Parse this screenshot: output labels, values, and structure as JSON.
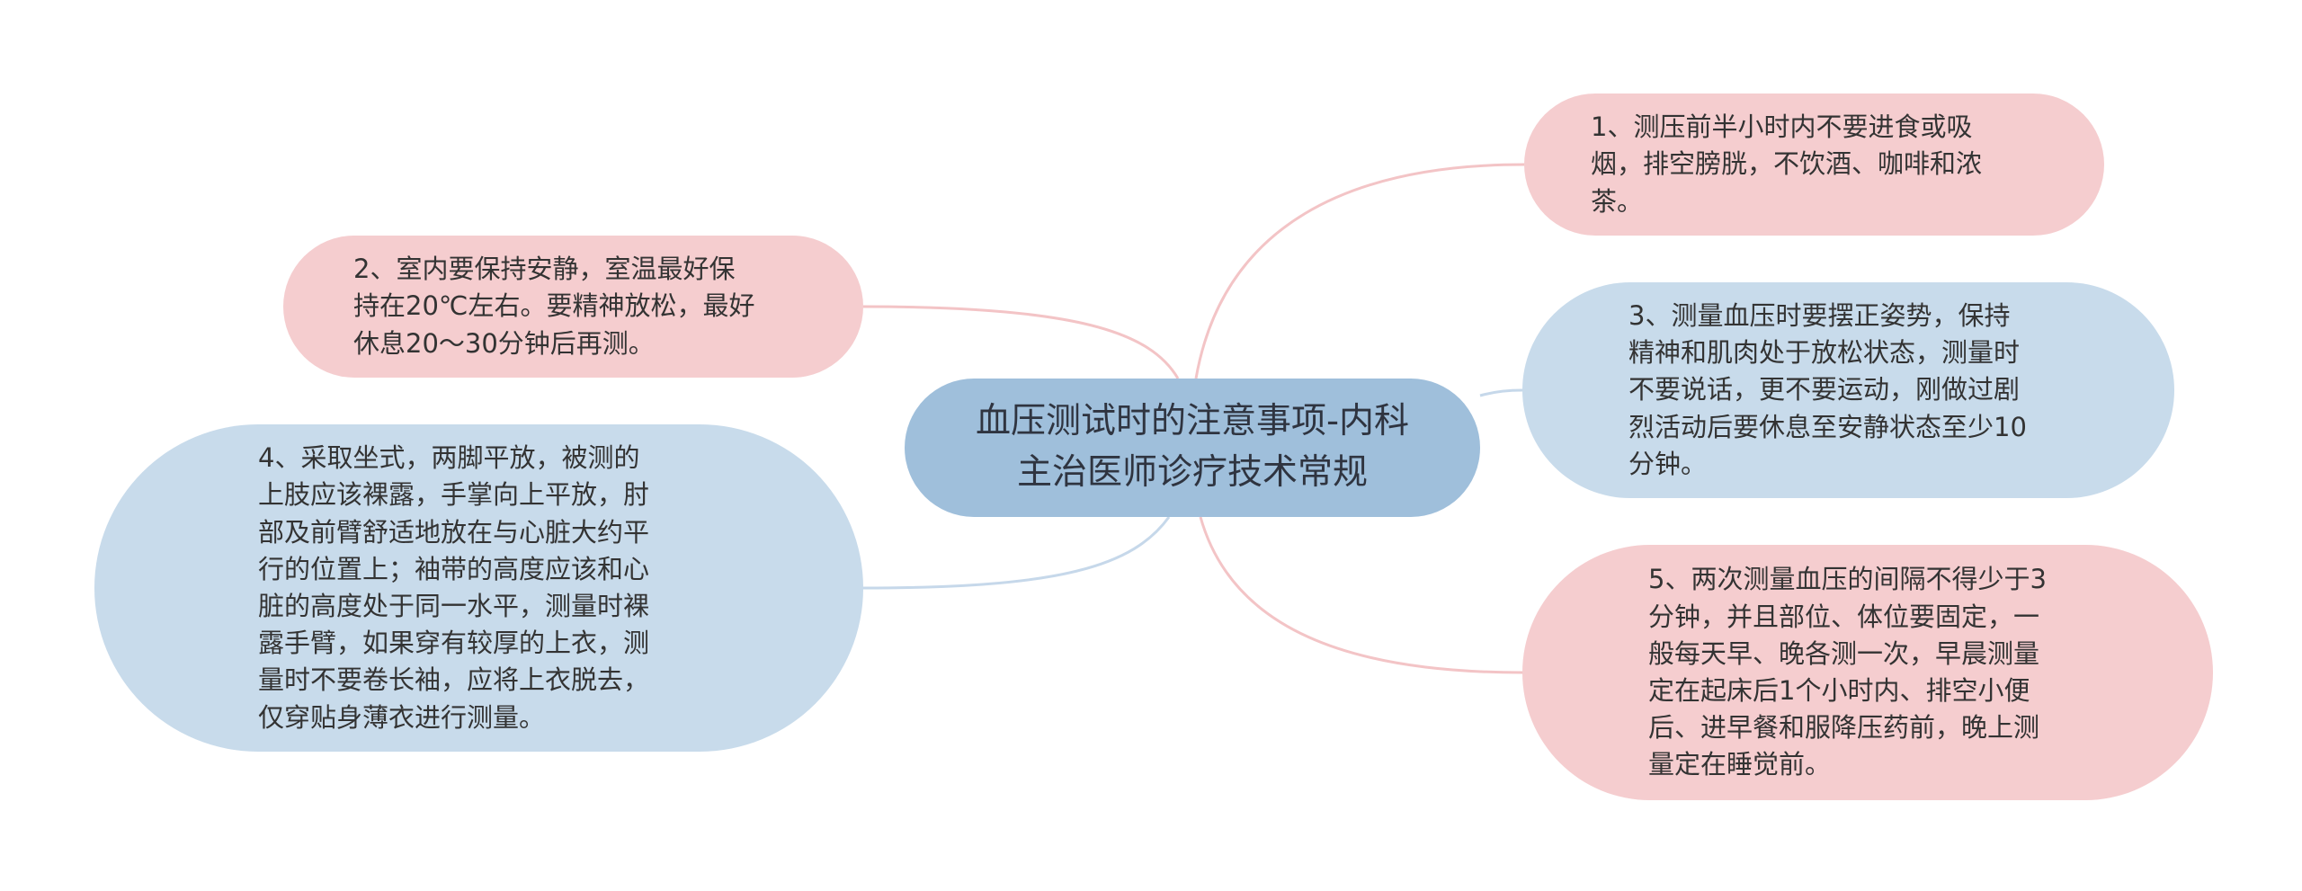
{
  "mindmap": {
    "center": {
      "title": "血压测试时的注意事项-内科主治医师诊疗技术常规"
    },
    "branches": [
      {
        "id": "1",
        "text": "1、测压前半小时内不要进食或吸\n烟，排空膀胱，不饮酒、咖啡和浓\n茶。",
        "color": "#f5cdcf"
      },
      {
        "id": "2",
        "text": "2、室内要保持安静，室温最好保\n持在20℃左右。要精神放松，最好\n休息20～30分钟后再测。",
        "color": "#f5cdcf"
      },
      {
        "id": "3",
        "text": "3、测量血压时要摆正姿势，保持\n精神和肌肉处于放松状态，测量时\n不要说话，更不要运动，刚做过剧\n烈活动后要休息至安静状态至少10\n分钟。",
        "color": "#c8dbeb"
      },
      {
        "id": "4",
        "text": "4、采取坐式，两脚平放，被测的\n上肢应该裸露，手掌向上平放，肘\n部及前臂舒适地放在与心脏大约平\n行的位置上；袖带的高度应该和心\n脏的高度处于同一水平，测量时裸\n露手臂，如果穿有较厚的上衣，测\n量时不要卷长袖，应将上衣脱去，\n仅穿贴身薄衣进行测量。",
        "color": "#c8dbeb"
      },
      {
        "id": "5",
        "text": "5、两次测量血压的间隔不得少于3\n分钟，并且部位、体位要固定，一\n般每天早、晚各测一次，早晨测量\n定在起床后1个小时内、排空小便\n后、进早餐和服降压药前，晚上测\n量定在睡觉前。",
        "color": "#f5cdcf"
      }
    ],
    "colors": {
      "center": "#9fbfdb",
      "pink_node": "#f5cdcf",
      "blue_node": "#c8dbeb",
      "pink_line": "#f3c4c6",
      "blue_line": "#c6d8ea",
      "text": "#333333"
    }
  }
}
